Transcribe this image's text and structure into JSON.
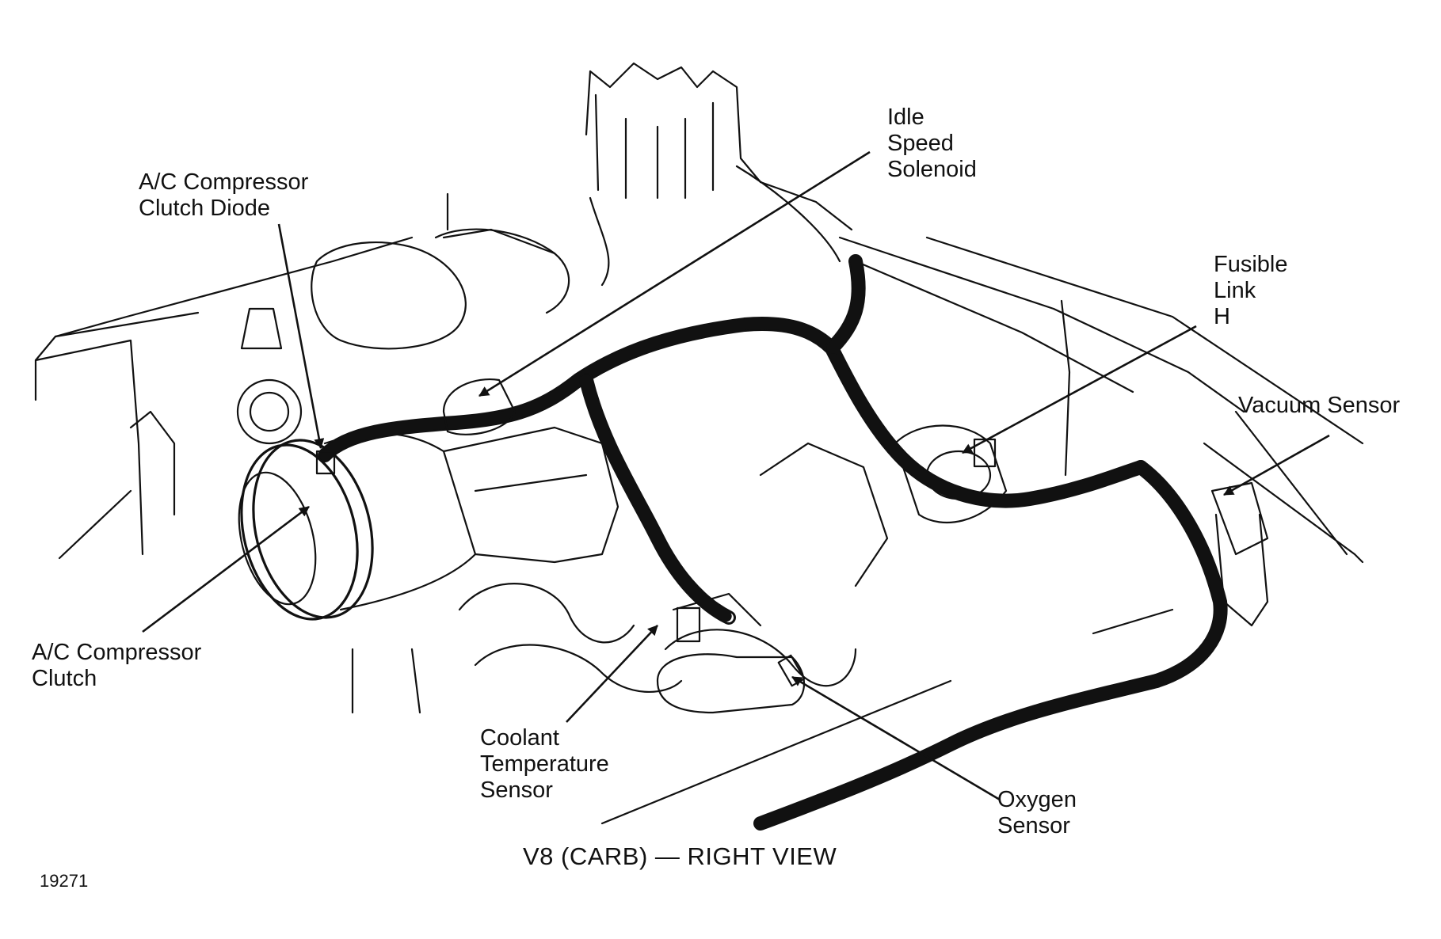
{
  "caption": "V8 (CARB) — RIGHT VIEW",
  "figure_number": "19271",
  "labels": {
    "ac_compressor_clutch_diode": [
      "A/C Compressor",
      "Clutch Diode"
    ],
    "idle_speed_solenoid": [
      "Idle",
      "Speed",
      "Solenoid"
    ],
    "fusible_link": [
      "Fusible",
      "Link",
      "H"
    ],
    "vacuum_sensor": [
      "Vacuum Sensor"
    ],
    "ac_compressor_clutch": [
      "A/C Compressor",
      "Clutch"
    ],
    "coolant_temperature_sensor": [
      "Coolant",
      "Temperature",
      "Sensor"
    ],
    "oxygen_sensor": [
      "Oxygen",
      "Sensor"
    ]
  }
}
